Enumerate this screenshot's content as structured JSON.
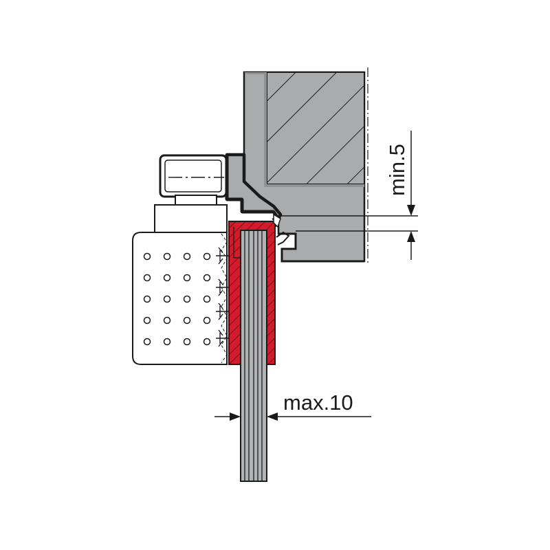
{
  "diagram": {
    "dimensions": {
      "vertical_label": "min.5",
      "horizontal_label": "max.10"
    },
    "colors": {
      "frame_gray": "#a9abac",
      "profile_gray": "#b1b3b5",
      "red_part": "#d41b2c",
      "outline": "#1a1a1a",
      "background": "#ffffff"
    },
    "perforation_rows": 5,
    "perforation_cols": 4
  }
}
